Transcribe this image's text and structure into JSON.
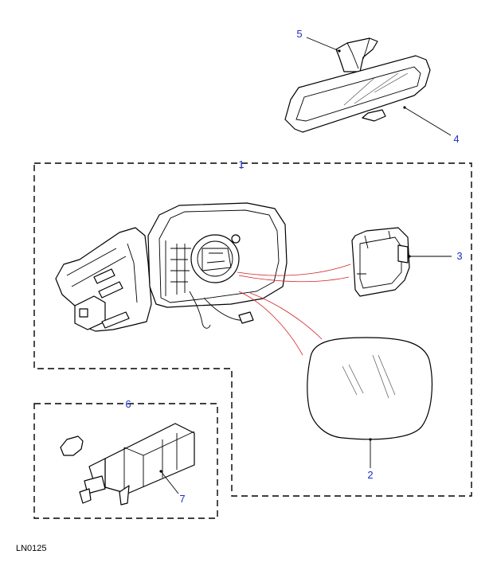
{
  "figure_ref": "LN0125",
  "callouts": [
    "1",
    "2",
    "3",
    "4",
    "5",
    "6",
    "7"
  ],
  "colors": {
    "callout_text": "#1c2fc8",
    "fitment_lines": "#d42020",
    "linework": "#000000"
  }
}
